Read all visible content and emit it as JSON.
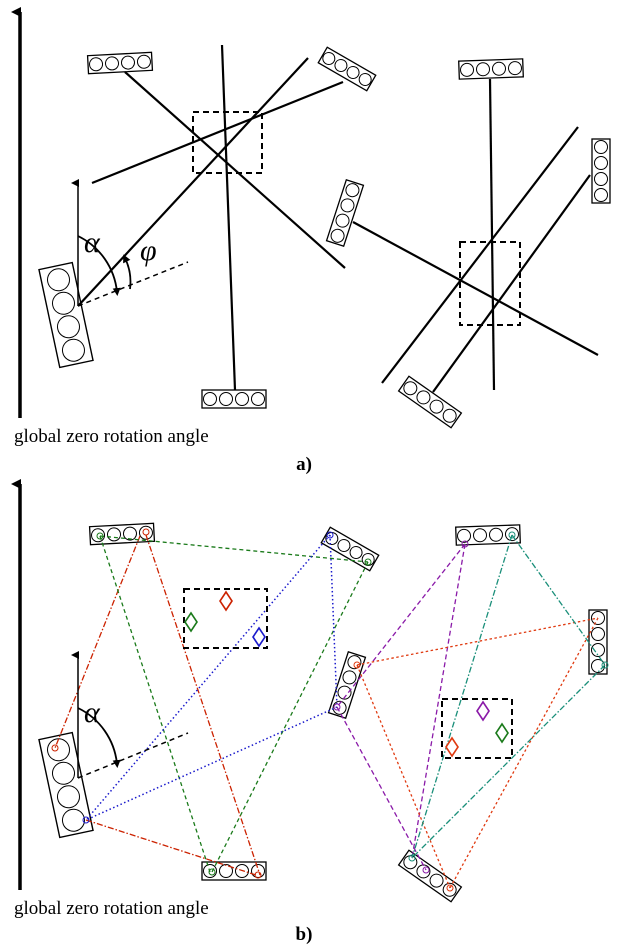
{
  "colors": {
    "stroke": "#000000",
    "red": "#cc2200",
    "green": "#1a7a1a",
    "blue": "#1a1acc",
    "purple": "#8a1aa8",
    "orange_red": "#e03a10",
    "teal": "#1a8f7a"
  },
  "panel_a": {
    "caption": "global zero rotation angle",
    "label": "a)",
    "alpha": "α",
    "phi": "φ"
  },
  "panel_b": {
    "caption": "global zero rotation angle",
    "label": "b)",
    "alpha": "α"
  }
}
